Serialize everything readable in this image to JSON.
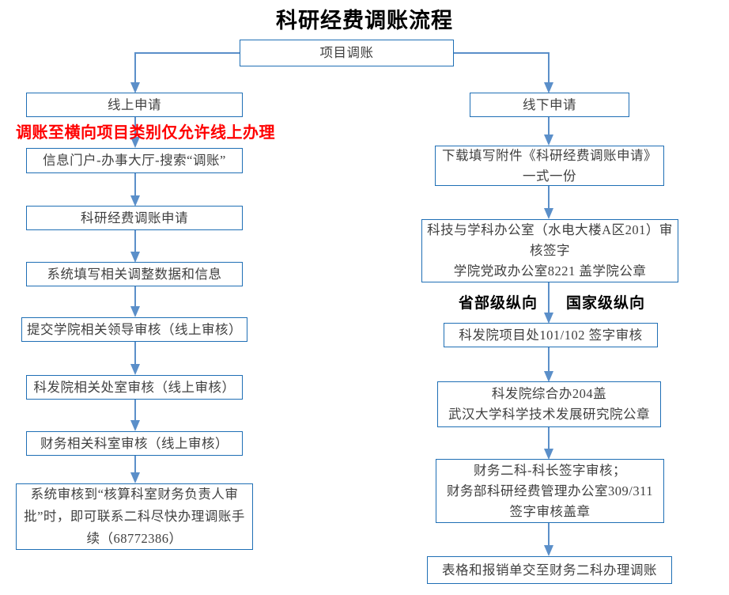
{
  "title": "科研经费调账流程",
  "root": {
    "label": "项目调账"
  },
  "branch_labels": [
    {
      "label": "省部级纵向"
    },
    {
      "label": "国家级纵向"
    }
  ],
  "annotations": [
    {
      "label": "调账至横向项目类别仅允许线上办理",
      "color": "#FF0000"
    }
  ],
  "left_column": {
    "heading": "线上申请",
    "nodes": [
      {
        "label": "线上申请"
      },
      {
        "label": "信息门户-办事大厅-搜索“调账”"
      },
      {
        "label": "科研经费调账申请"
      },
      {
        "label": "系统填写相关调整数据和信息"
      },
      {
        "label": "提交学院相关领导审核（线上审核）"
      },
      {
        "label": "科发院相关处室审核（线上审核）"
      },
      {
        "label": "财务相关科室审核（线上审核）"
      },
      {
        "label": "系统审核到“核算科室财务负责人审批”时，即可联系二科尽快办理调账手续（68772386）"
      }
    ]
  },
  "right_column": {
    "heading": "线下申请",
    "nodes": [
      {
        "label": "线下申请"
      },
      {
        "label": "下载填写附件《科研经费调账申请》一式一份"
      },
      {
        "label": "科技与学科办公室（水电大楼A区201）审核签字\n学院党政办公室8221 盖学院公章"
      },
      {
        "label": "科发院项目处101/102 签字审核"
      },
      {
        "label": "科发院综合办204盖\n武汉大学科学技术发展研究院公章"
      },
      {
        "label": "财务二科-科长签字审核；\n财务部科研经费管理办公室309/311\n签字审核盖章"
      },
      {
        "label": "表格和报销单交至财务二科办理调账"
      }
    ]
  },
  "colors": {
    "box_border": "#1F6FB5",
    "connector": "#5B8FC9",
    "text": "#404040",
    "warning": "#FF0000",
    "title": "#000000"
  }
}
